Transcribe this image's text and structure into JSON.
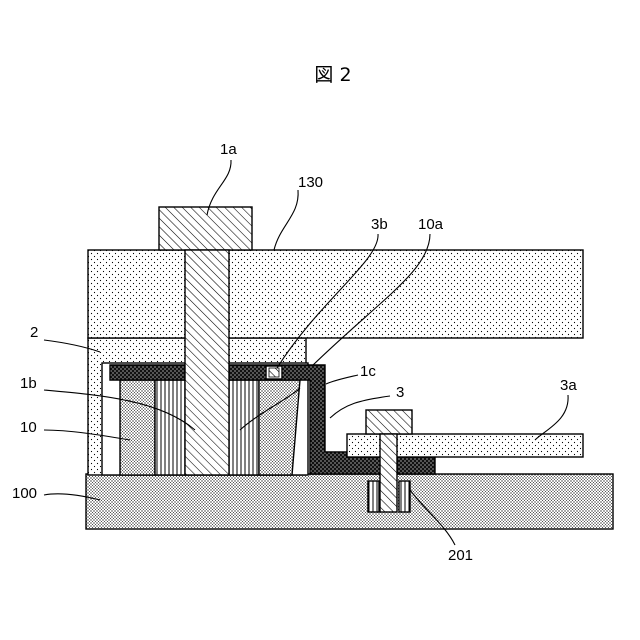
{
  "figure": {
    "title": "図 2"
  },
  "labels": {
    "l_1a": "1a",
    "l_130": "130",
    "l_3b": "3b",
    "l_10a": "10a",
    "l_2": "2",
    "l_1c": "1c",
    "l_3a": "3a",
    "l_1b": "1b",
    "l_3": "3",
    "l_10": "10",
    "l_100": "100",
    "l_201": "201"
  }
}
